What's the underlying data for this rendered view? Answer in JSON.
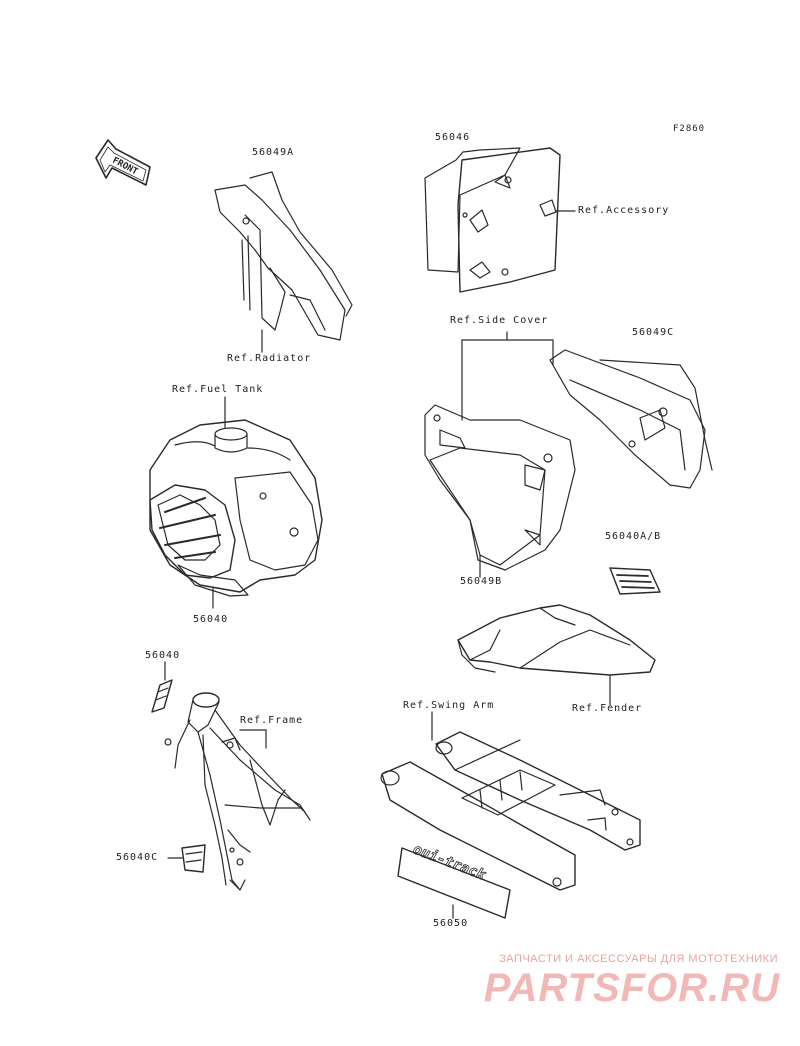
{
  "figure_code": "F2860",
  "front_arrow_label": "FRONT",
  "labels": {
    "p56049A": "56049A",
    "ref_radiator": "Ref.Radiator",
    "p56046": "56046",
    "ref_accessory": "Ref.Accessory",
    "ref_side_cover": "Ref.Side Cover",
    "p56049C": "56049C",
    "ref_fuel_tank": "Ref.Fuel Tank",
    "p56049B": "56049B",
    "p56040AB": "56040A/B",
    "p56040_tank": "56040",
    "ref_fender": "Ref.Fender",
    "p56040_frame": "56040",
    "ref_frame": "Ref.Frame",
    "ref_swing_arm": "Ref.Swing Arm",
    "p56040C": "56040C",
    "p56050": "56050"
  },
  "decal_text": "oui-track",
  "watermark": {
    "line1": "ЗАПЧАСТИ И АКСЕССУАРЫ ДЛЯ МОТОТЕХНИКИ",
    "line2": "PARTSFOR.RU"
  },
  "colors": {
    "line": "#2a2a2a",
    "watermark": "#f2b8b8"
  }
}
